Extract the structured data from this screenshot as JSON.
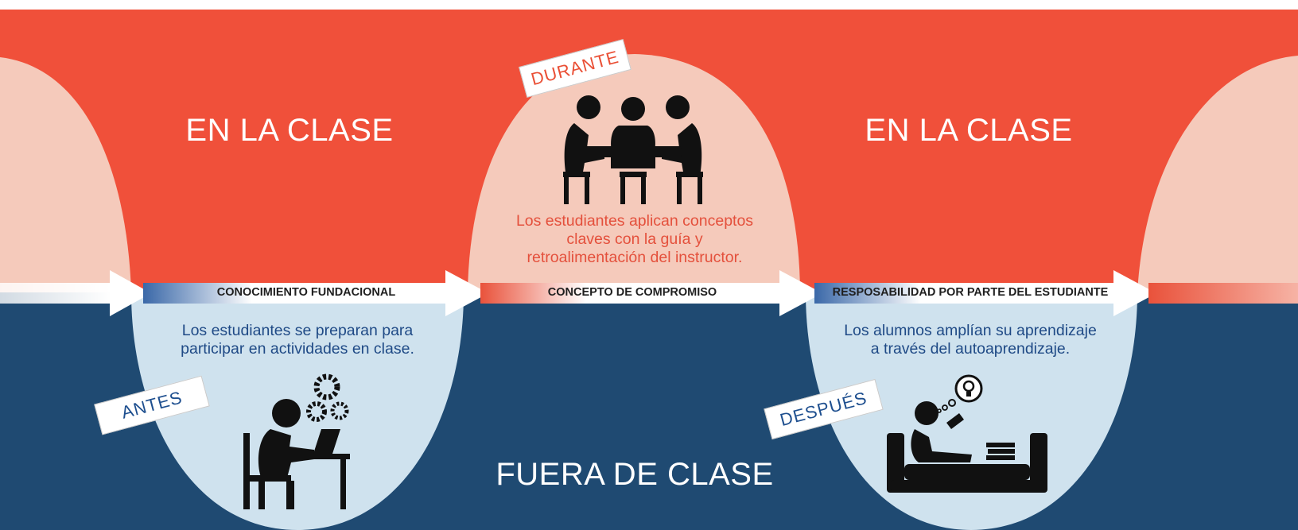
{
  "regions": {
    "in_class_left": "EN LA CLASE",
    "in_class_right": "EN LA CLASE",
    "out_of_class": "FUERA DE CLASE"
  },
  "phases": {
    "antes": {
      "tag": "ANTES",
      "description": [
        "Los estudiantes se preparan para",
        "participar en actividades en clase."
      ],
      "icon": "student-laptop-gears-icon"
    },
    "durante": {
      "tag": "DURANTE",
      "description": [
        "Los estudiantes aplican conceptos",
        "claves con la guía y",
        "retroalimentación del instructor."
      ],
      "icon": "group-table-icon"
    },
    "despues": {
      "tag": "DESPUÉS",
      "description": [
        "Los alumnos amplían su aprendizaje",
        "a través del autoaprendizaje."
      ],
      "icon": "reading-lightbulb-icon"
    }
  },
  "arrows": [
    {
      "label": "CONOCIMIENTO FUNDACIONAL"
    },
    {
      "label": "CONCEPTO DE COMPROMISO"
    },
    {
      "label": "RESPOSABILIDAD POR PARTE DEL ESTUDIANTE"
    }
  ],
  "colors": {
    "in_class_bg": "#f0503a",
    "out_class_bg": "#1f4a72",
    "durante_bubble": "#f5cabb",
    "before_after_bubble": "#cfe2ee",
    "durante_text": "#e4503c",
    "blue_text": "#1f4a86",
    "tag_red": "#ea4f35",
    "tag_blue": "#1e4f8f"
  }
}
